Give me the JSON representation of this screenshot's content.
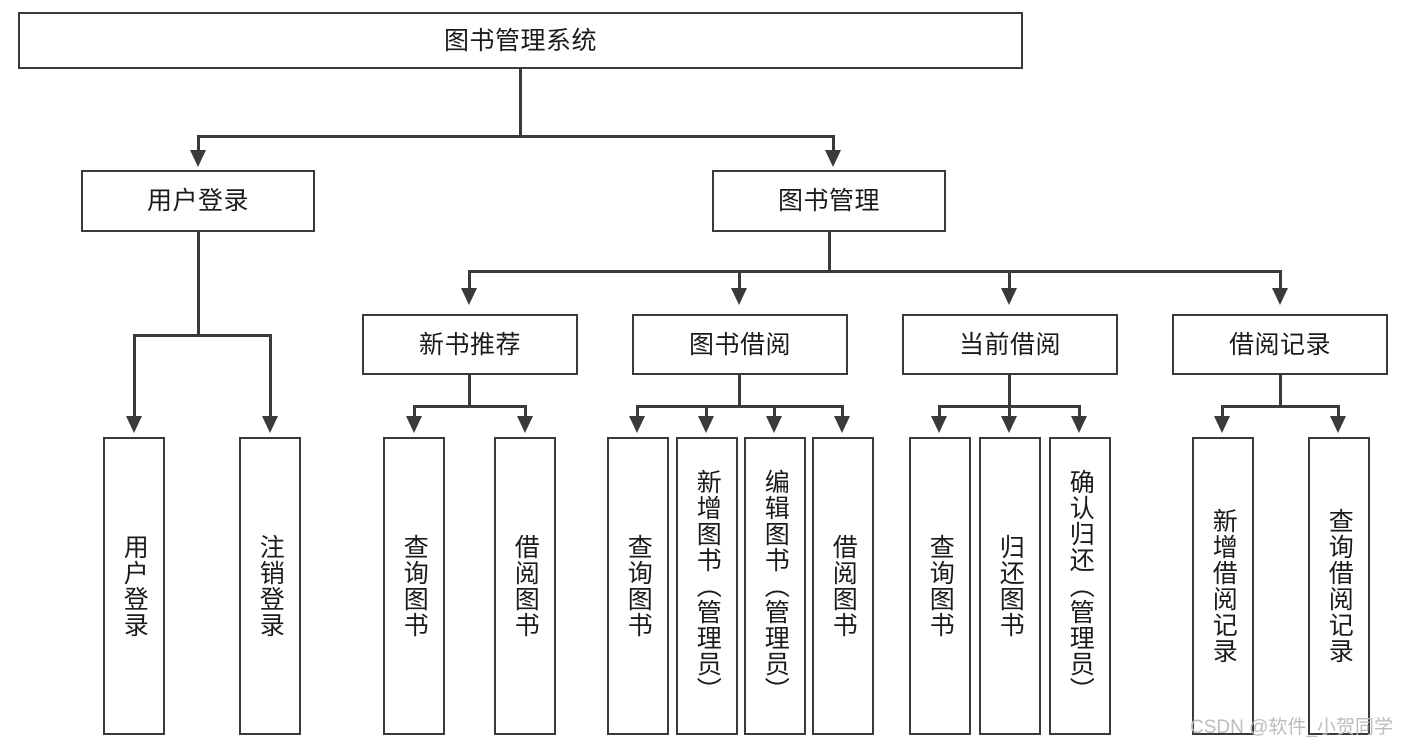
{
  "diagram": {
    "type": "tree-hierarchy",
    "title": "图书管理系统",
    "root": {
      "id": "root",
      "label": "图书管理系统"
    },
    "level2": [
      {
        "id": "user-login",
        "label": "用户登录"
      },
      {
        "id": "book-management",
        "label": "图书管理"
      }
    ],
    "level3": [
      {
        "id": "new-book-recommend",
        "label": "新书推荐",
        "parent": "book-management"
      },
      {
        "id": "book-borrow",
        "label": "图书借阅",
        "parent": "book-management"
      },
      {
        "id": "current-borrow",
        "label": "当前借阅",
        "parent": "book-management"
      },
      {
        "id": "borrow-record",
        "label": "借阅记录",
        "parent": "book-management"
      }
    ],
    "leaves": {
      "user_login": [
        {
          "id": "leaf-user-login",
          "label": "用户登录"
        },
        {
          "id": "leaf-logout-login",
          "label": "注销登录"
        }
      ],
      "new_book_recommend": [
        {
          "id": "leaf-query-book-1",
          "label": "查询图书"
        },
        {
          "id": "leaf-borrow-book-1",
          "label": "借阅图书"
        }
      ],
      "book_borrow": [
        {
          "id": "leaf-query-book-2",
          "label": "查询图书"
        },
        {
          "id": "leaf-add-book",
          "label": "新增图书（管理员）"
        },
        {
          "id": "leaf-edit-book",
          "label": "编辑图书（管理员）"
        },
        {
          "id": "leaf-borrow-book-2",
          "label": "借阅图书"
        }
      ],
      "current_borrow": [
        {
          "id": "leaf-query-book-3",
          "label": "查询图书"
        },
        {
          "id": "leaf-return-book",
          "label": "归还图书"
        },
        {
          "id": "leaf-confirm-return",
          "label": "确认归还（管理员）"
        }
      ],
      "borrow_record": [
        {
          "id": "leaf-add-record",
          "label": "新增借阅记录"
        },
        {
          "id": "leaf-query-record",
          "label": "查询借阅记录"
        }
      ]
    }
  },
  "watermark": {
    "text": "CSDN @软件_小贺同学"
  },
  "colors": {
    "stroke": "#3a3a3a",
    "text": "#1b1b1b",
    "background": "#ffffff",
    "watermark": "#bdbdbd"
  }
}
